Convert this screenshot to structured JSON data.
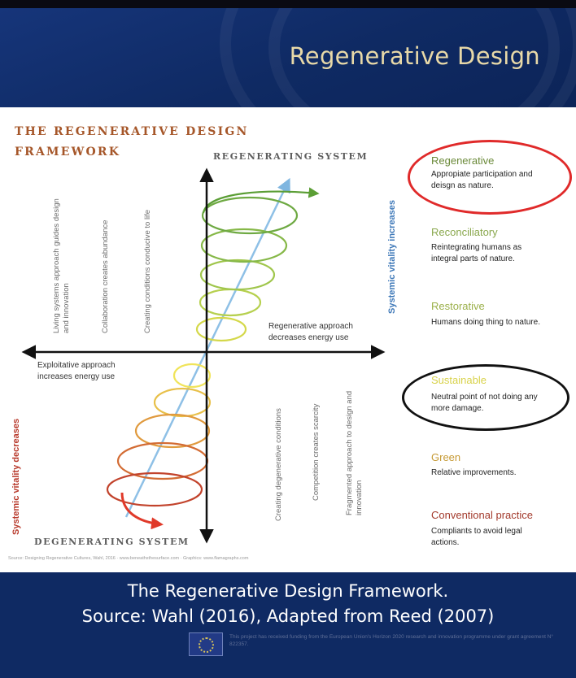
{
  "header": {
    "title": "Regenerative Design"
  },
  "framework": {
    "title": "THE REGENERATIVE DESIGN FRAMEWORK",
    "top_axis": "REGENERATING SYSTEM",
    "bottom_axis": "DEGENERATING SYSTEM",
    "vitality_increases": "Systemic vitality increases",
    "vitality_decreases": "Systemic vitality decreases",
    "regen_approach": "Regenerative approach decreases energy use",
    "exploit_approach": "Exploitative approach increases energy use",
    "upper_left_notes": [
      "Living systems approach guides design and innovation",
      "Collaboration creates abundance",
      "Creating conditions conducive to life"
    ],
    "lower_right_notes": [
      "Creating degenerative conditions",
      "Competition creates scarcity",
      "Fragmented approach to design and innovation"
    ],
    "credit": "Source: Designing Regenerative Cultures, Wahl, 2016 · www.beneathsthesurface.com · Graphics: www.flamagraphs.com"
  },
  "levels": [
    {
      "name": "Regenerative",
      "desc": "Appropiate participation and deisgn as nature.",
      "color": "#6b8a3a"
    },
    {
      "name": "Reconciliatory",
      "desc": "Reintegrating humans as integral parts of nature.",
      "color": "#8aa84e"
    },
    {
      "name": "Restorative",
      "desc": "Humans doing thing to nature.",
      "color": "#9bb04a"
    },
    {
      "name": "Sustainable",
      "desc": "Neutral point of not doing any more damage.",
      "color": "#d8d24a"
    },
    {
      "name": "Green",
      "desc": "Relative improvements.",
      "color": "#c69a35"
    },
    {
      "name": "Conventional practice",
      "desc": "Compliants to avoid legal actions.",
      "color": "#a33a2c"
    }
  ],
  "highlight_colors": {
    "regenerative_oval": "#e02a2a",
    "sustainable_oval": "#111111"
  },
  "caption": {
    "line1": "The Regenerative Design Framework.",
    "line2": "Source: Wahl (2016), Adapted from Reed (2007)"
  },
  "funding": "This project has received funding from the European Union's Horizon 2020 research and innovation programme under grant agreement N° 822357."
}
